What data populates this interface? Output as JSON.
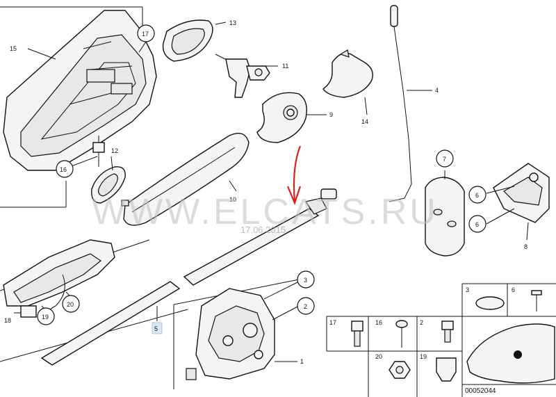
{
  "diagram": {
    "watermark": "WWW.ELCATS.RU",
    "date": "17.06.2015",
    "reference": "00052044",
    "callouts": [
      {
        "id": "c15",
        "label": "15"
      },
      {
        "id": "c17",
        "label": "17"
      },
      {
        "id": "c13",
        "label": "13"
      },
      {
        "id": "c11",
        "label": "11"
      },
      {
        "id": "c9",
        "label": "9"
      },
      {
        "id": "c14",
        "label": "14"
      },
      {
        "id": "c4",
        "label": "4"
      },
      {
        "id": "c12",
        "label": "12"
      },
      {
        "id": "c16",
        "label": "16"
      },
      {
        "id": "c10",
        "label": "10"
      },
      {
        "id": "c7",
        "label": "7"
      },
      {
        "id": "c6a",
        "label": "6"
      },
      {
        "id": "c6b",
        "label": "6"
      },
      {
        "id": "c8",
        "label": "8"
      },
      {
        "id": "c3",
        "label": "3"
      },
      {
        "id": "c2",
        "label": "2"
      },
      {
        "id": "c1",
        "label": "1"
      },
      {
        "id": "c5",
        "label": "5"
      },
      {
        "id": "c18",
        "label": "18"
      },
      {
        "id": "c19",
        "label": "19"
      },
      {
        "id": "c20",
        "label": "20"
      }
    ],
    "legend": {
      "top_row": [
        "3",
        "6"
      ],
      "mid_row": [
        "17",
        "16",
        "2"
      ],
      "bottom_row": [
        "20",
        "19"
      ]
    },
    "accent_color": "#d92020"
  }
}
